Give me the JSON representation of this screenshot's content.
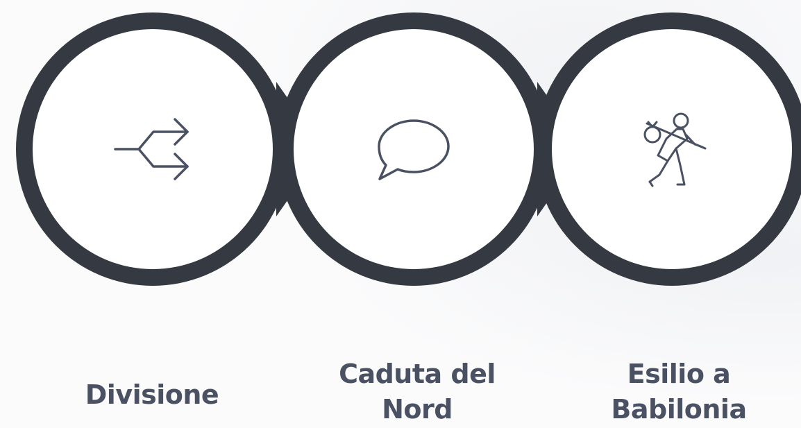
{
  "colors": {
    "ring": "#353942",
    "label": "#4a5162",
    "icon": "#4a5162",
    "fill": "#ffffff"
  },
  "steps": [
    {
      "label": "Divisione",
      "icon": "split-arrows-icon"
    },
    {
      "label": "Caduta del Nord",
      "label_lines": [
        "Caduta del",
        "Nord"
      ],
      "icon": "speech-bubble-icon"
    },
    {
      "label": "Esilio a Babilonia",
      "label_lines": [
        "Esilio a",
        "Babilonia"
      ],
      "icon": "exile-traveler-icon"
    }
  ]
}
